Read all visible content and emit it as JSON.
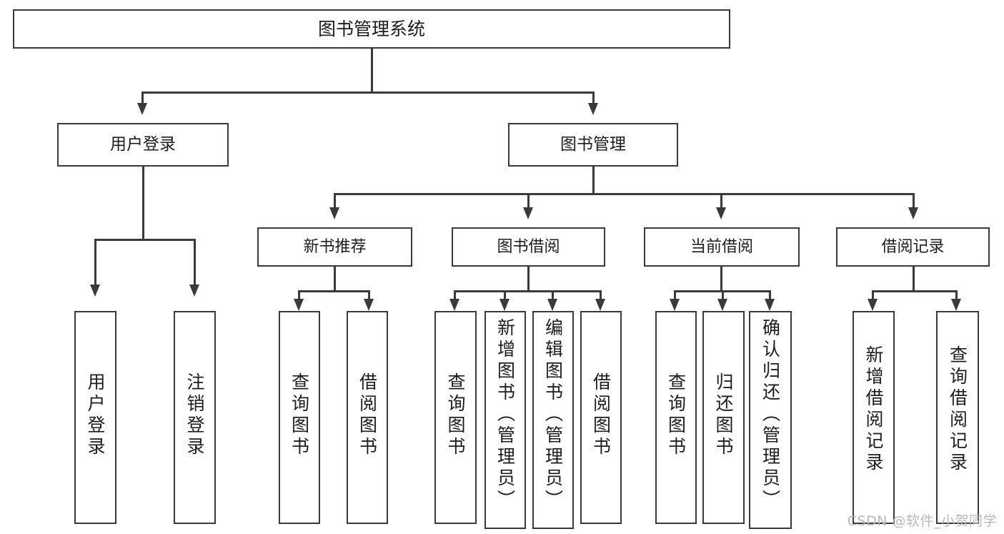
{
  "diagram": {
    "type": "tree",
    "title": "图书管理系统",
    "watermark": "CSDN @软件_小贺同学",
    "colors": {
      "stroke": "#3a3a3a",
      "fill": "#ffffff",
      "text": "#1d1d1d",
      "watermark": "#b9b9b9"
    },
    "root": {
      "label": "图书管理系统"
    },
    "level1": [
      {
        "label": "用户登录"
      },
      {
        "label": "图书管理"
      }
    ],
    "level2": [
      {
        "label": "新书推荐"
      },
      {
        "label": "图书借阅"
      },
      {
        "label": "当前借阅"
      },
      {
        "label": "借阅记录"
      }
    ],
    "leaves": {
      "user_login": [
        {
          "label": "用户登录"
        },
        {
          "label": "注销登录"
        }
      ],
      "new_book_recommend": [
        {
          "label": "查询图书"
        },
        {
          "label": "借阅图书"
        }
      ],
      "book_borrow": [
        {
          "label": "查询图书"
        },
        {
          "label": "新增图书（管理员）"
        },
        {
          "label": "编辑图书（管理员）"
        },
        {
          "label": "借阅图书"
        }
      ],
      "current_borrow": [
        {
          "label": "查询图书"
        },
        {
          "label": "归还图书"
        },
        {
          "label": "确认归还（管理员）"
        }
      ],
      "borrow_record": [
        {
          "label": "新增借阅记录"
        },
        {
          "label": "查询借阅记录"
        }
      ]
    }
  }
}
